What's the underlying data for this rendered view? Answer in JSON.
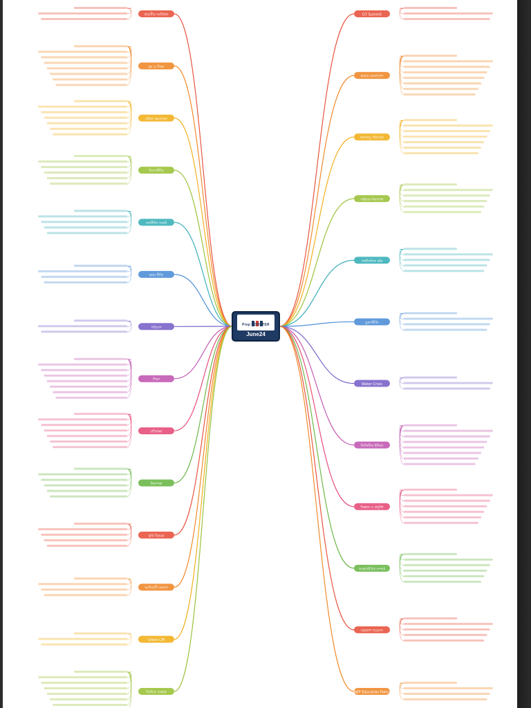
{
  "center": {
    "title": "June24",
    "logo_text": "Prep BOOSTER"
  },
  "branch_colors": [
    "#e8543f",
    "#f08a2c",
    "#f2b01e",
    "#9bc23b",
    "#3bb0b8",
    "#4f8fd6",
    "#7a63c9",
    "#c25ab3",
    "#e64f7a",
    "#6cb84a"
  ],
  "left_topics": [
    "ভারতীয় সংবিধান",
    "যুব ও শিক্ষা",
    "মহিলা ক্ষমতায়ন",
    "বিদেশনীতি",
    "অর্থনীতি সংকট",
    "স্বাস্থ্য নীতি",
    "পরিবেশ",
    "শিক্ষা",
    "প্রতিরক্ষা",
    "নিরাপত্তা",
    "কৃষি বিষয়ক",
    "আদিবাসী কল্যাণ",
    "Union CM",
    "নির্বাচন সংস্কার"
  ],
  "right_topics": [
    "G7 Summit",
    "ভারত-বাংলাদেশ",
    "জলবায়ু পরিবর্তন",
    "সাইবার নিরাপত্তা",
    "অর্থনৈতিক বৃদ্ধি",
    "মুদ্রাস্ফীতি",
    "Water Crisis",
    "ডিজিটাল ইন্ডিয়া",
    "বিজ্ঞান ও প্রযুক্তি",
    "আন্তর্জাতিক সম্পর্ক",
    "মহাকাশ গবেষণা",
    "NEP Education Policy"
  ]
}
